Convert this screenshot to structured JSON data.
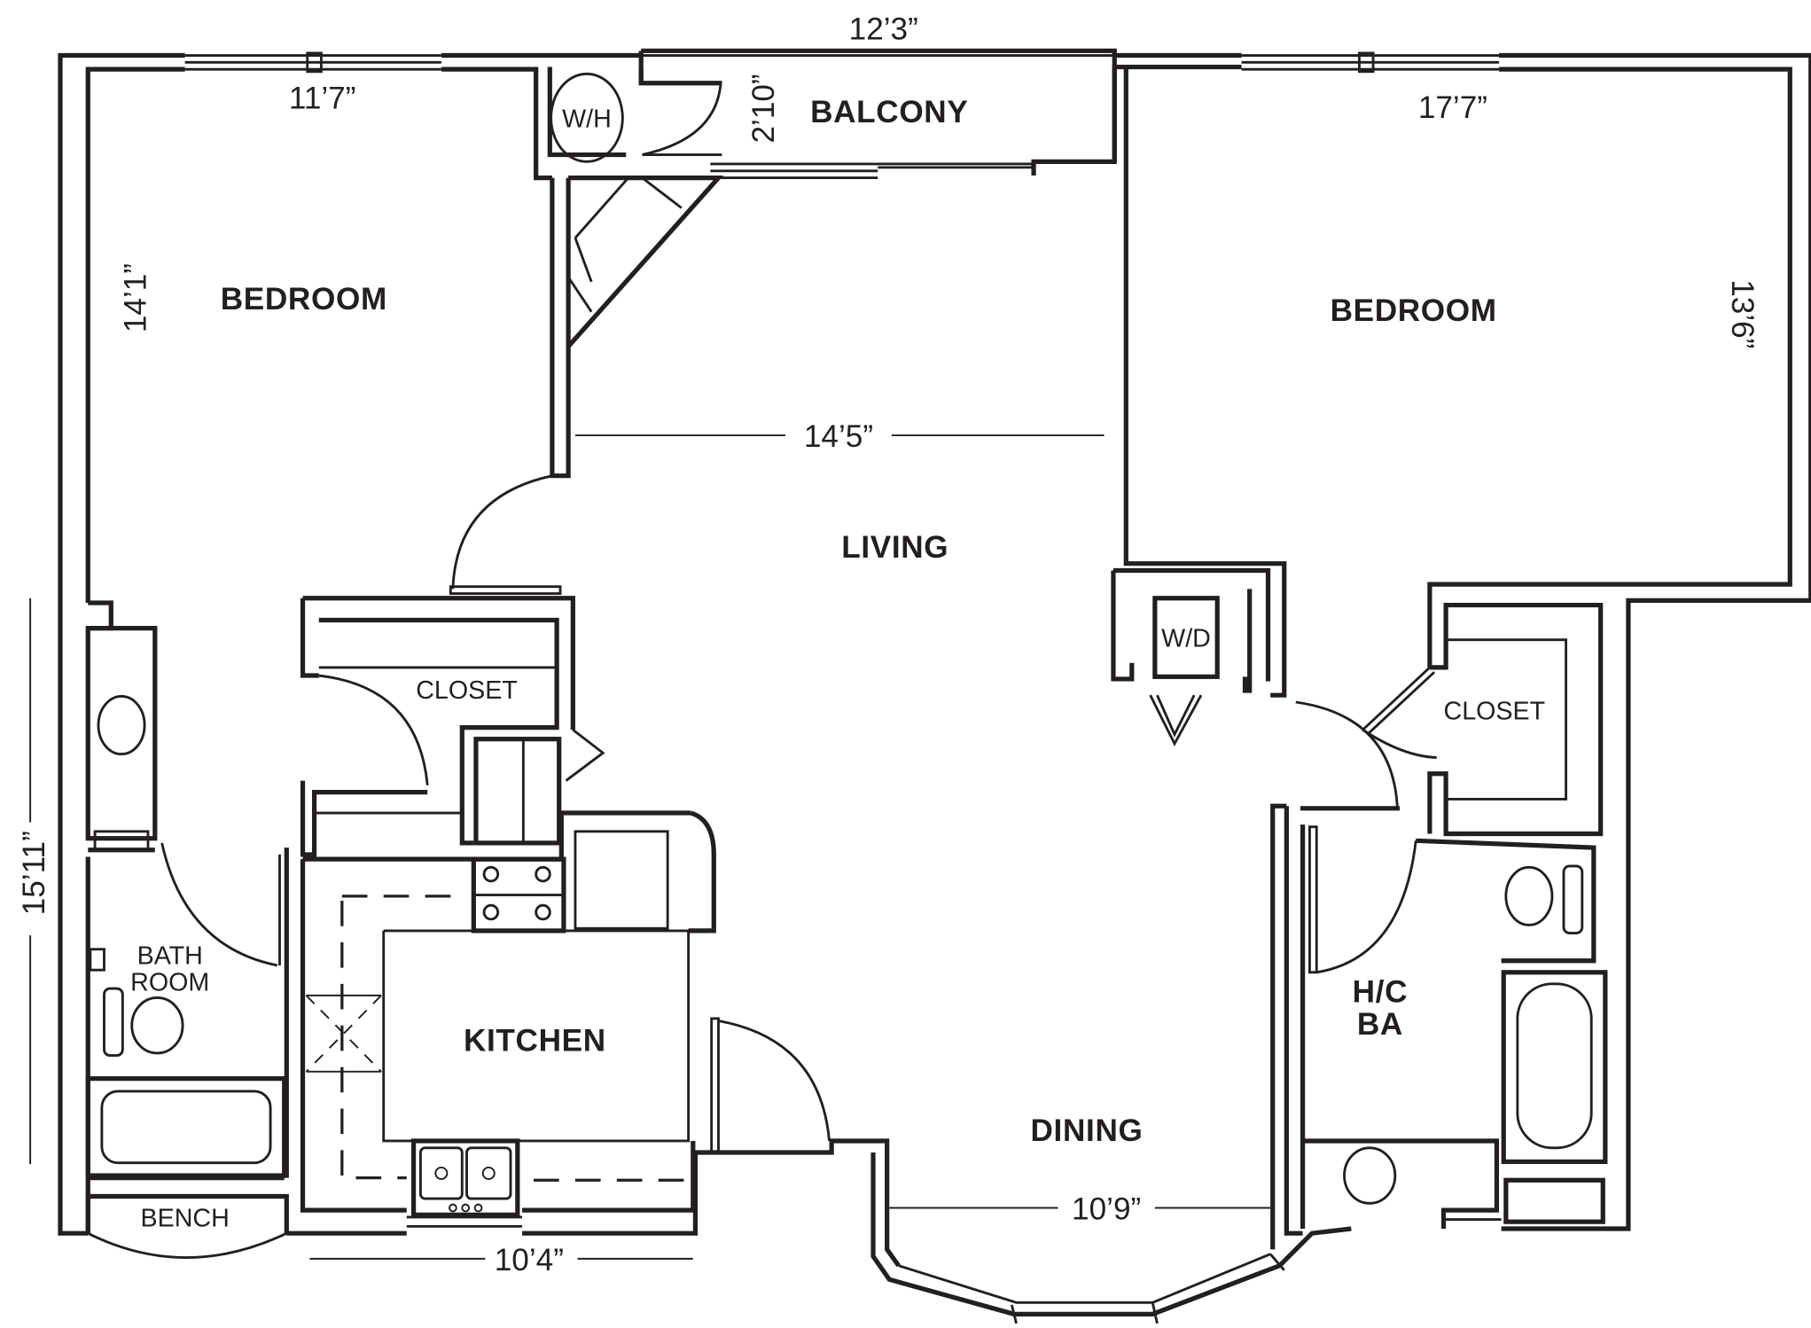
{
  "plan": {
    "rooms": {
      "bedroom_left": "BEDROOM",
      "balcony": "BALCONY",
      "bedroom_right": "BEDROOM",
      "living": "LIVING",
      "closet_left": "CLOSET",
      "closet_right": "CLOSET",
      "bathroom_line1": "BATH",
      "bathroom_line2": "ROOM",
      "kitchen": "KITCHEN",
      "dining": "DINING",
      "hc_ba_line1": "H/C",
      "hc_ba_line2": "BA",
      "bench": "BENCH"
    },
    "fixtures": {
      "water_heater": "W/H",
      "washer_dryer": "W/D"
    },
    "dimensions": {
      "bedroom_left_width": "11’7”",
      "bedroom_left_depth": "14’1”",
      "balcony_width": "12’3”",
      "balcony_depth": "2’10”",
      "bedroom_right_width": "17’7”",
      "bedroom_right_depth": "13’6”",
      "living_width": "14’5”",
      "overall_left_depth": "15’11”",
      "kitchen_width": "10’4”",
      "dining_width": "10’9”"
    },
    "colors": {
      "line": "#231f20",
      "background": "#ffffff"
    }
  }
}
